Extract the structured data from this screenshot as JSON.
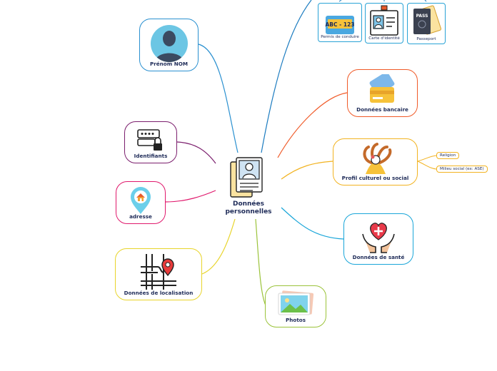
{
  "center": {
    "title_line1": "Données",
    "title_line2": "personnelles"
  },
  "nodes": {
    "name": {
      "label": "Prénom NOM"
    },
    "ids": {
      "label": "Identifiants"
    },
    "address": {
      "label": "adresse"
    },
    "location": {
      "label": "Données de localisation"
    },
    "photos": {
      "label": "Photos"
    },
    "bank": {
      "label": "Données bancaire"
    },
    "culture": {
      "label": "Profil culturel ou social"
    },
    "health": {
      "label": "Données de santé"
    }
  },
  "documents": {
    "license": {
      "label": "Permis de conduire",
      "plate": "ABC - 123"
    },
    "id_card": {
      "label": "Carte d'identité"
    },
    "passport": {
      "label": "Passeport",
      "stamp": "PASS"
    }
  },
  "culture_tags": {
    "religion": "Religion",
    "environment": "Milieu social (ex: ASE)"
  },
  "colors": {
    "name": "#2a90d0",
    "ids": "#7b1e6d",
    "address": "#e0186c",
    "location": "#e8d42a",
    "photos": "#9bc33a",
    "bank": "#f05a28",
    "culture": "#f2b321",
    "health": "#1aa6d9",
    "documents": "#1c7cc0"
  }
}
